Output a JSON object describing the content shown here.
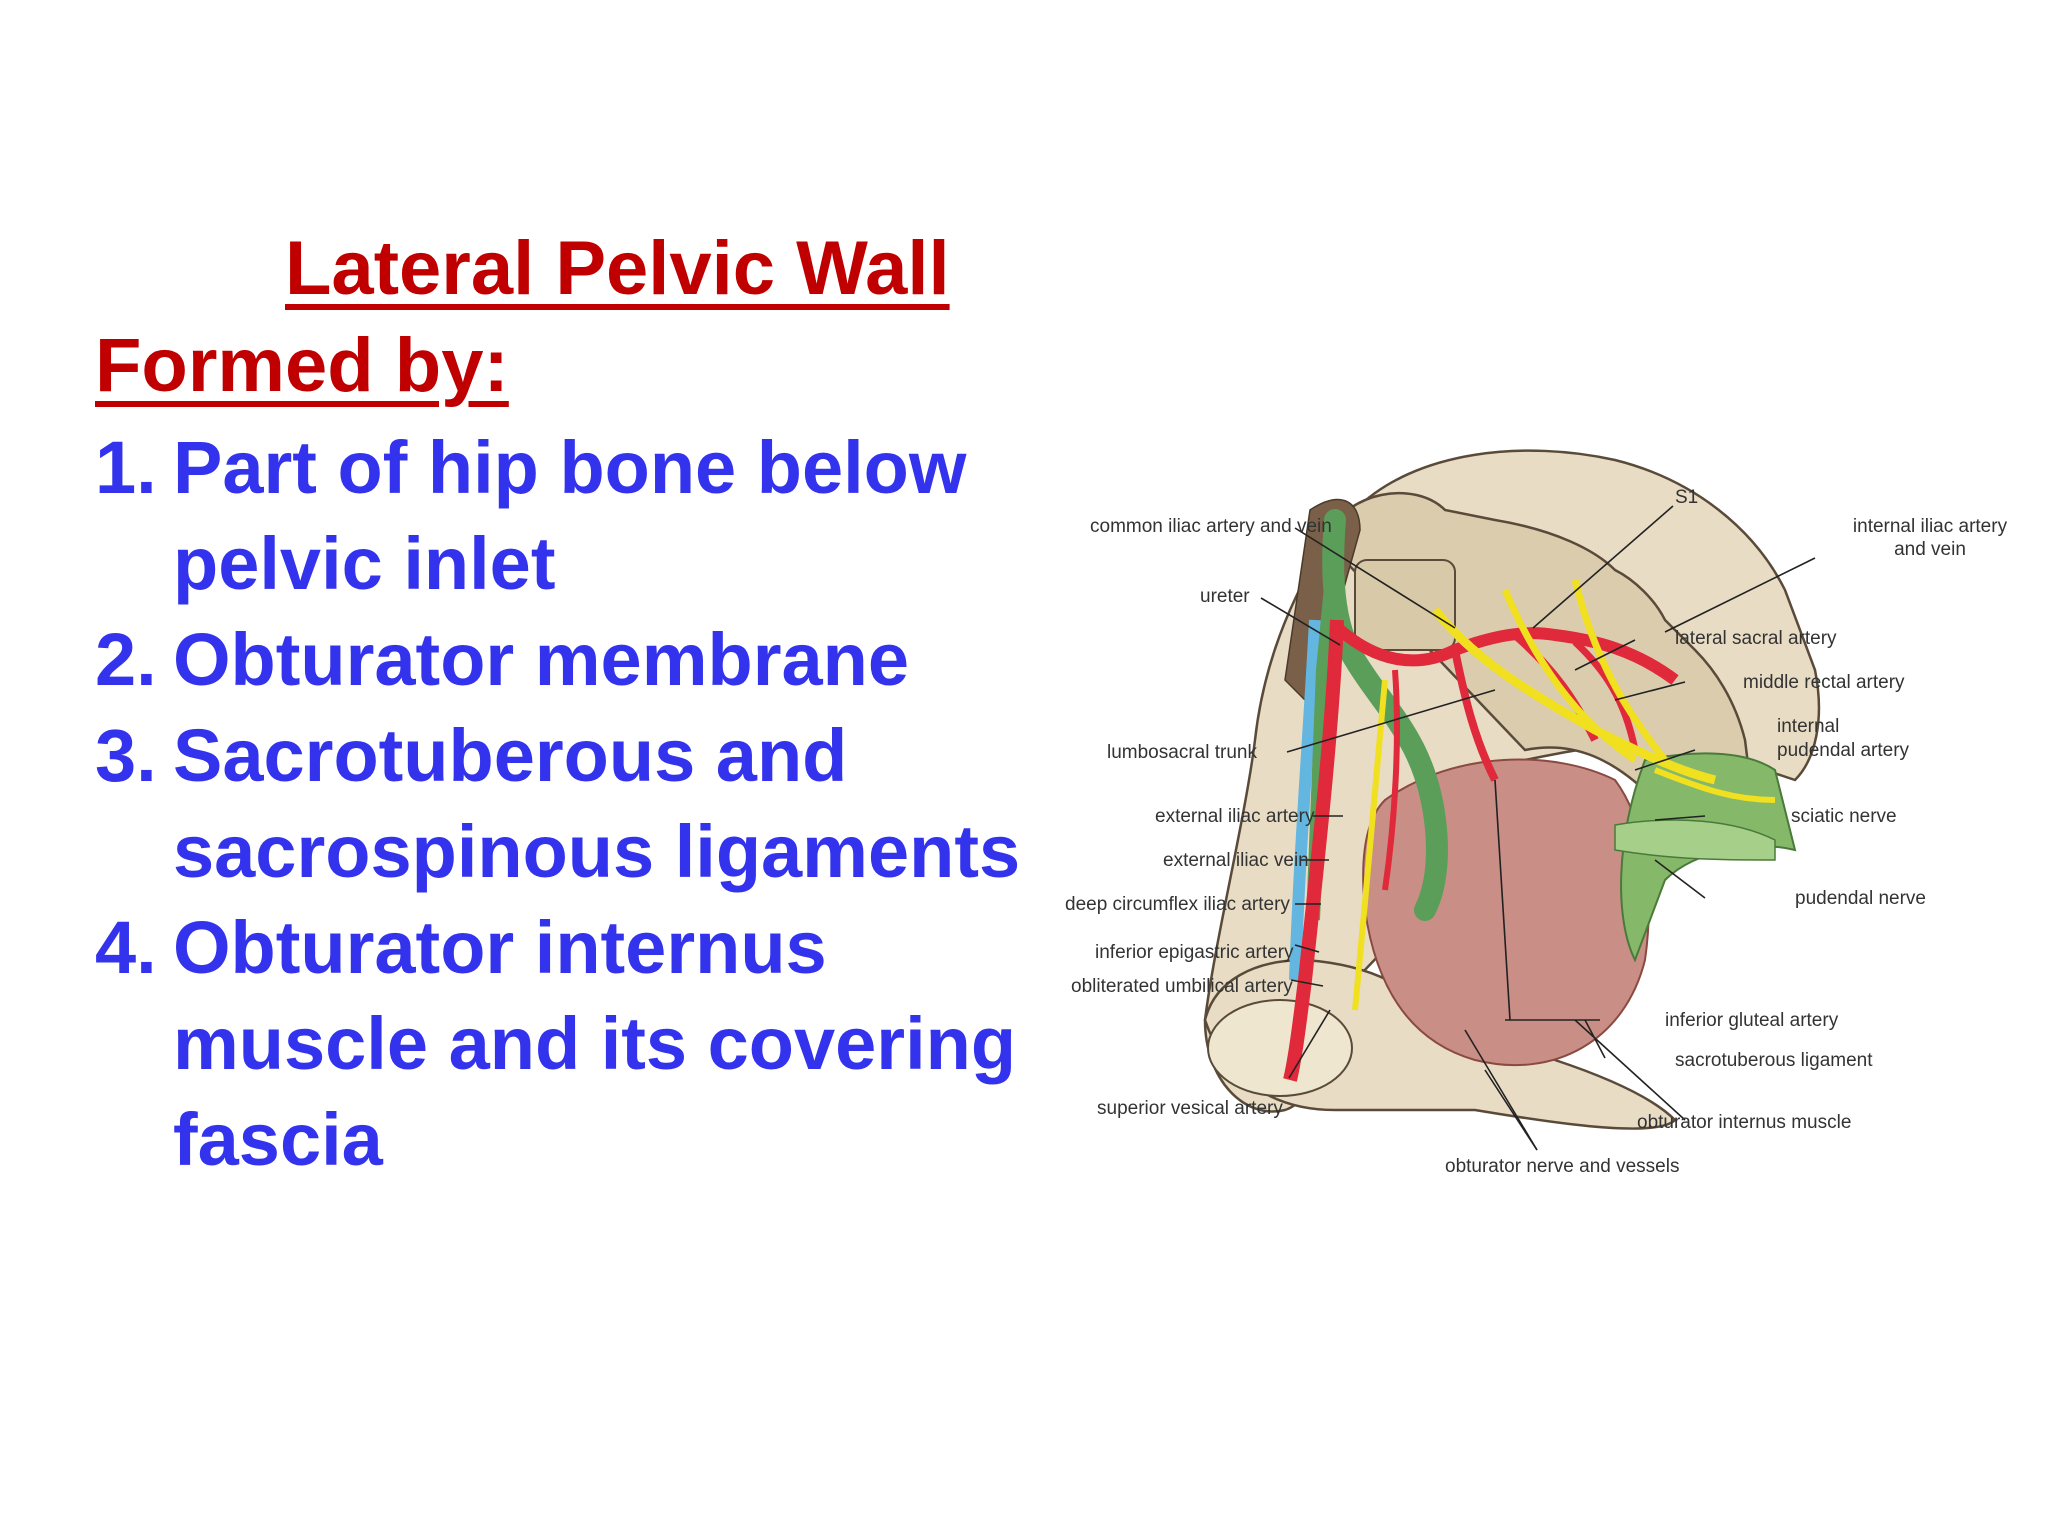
{
  "title": "Lateral Pelvic Wall",
  "subtitle": "Formed by:",
  "items": [
    {
      "num": "1.",
      "text": "Part of hip bone below pelvic inlet"
    },
    {
      "num": "2.",
      "text": "Obturator membrane"
    },
    {
      "num": "3.",
      "text": "Sacrotuberous and sacrospinous ligaments"
    },
    {
      "num": "4.",
      "text": "Obturator internus muscle and its covering fascia"
    }
  ],
  "colors": {
    "title": "#c00000",
    "list": "#3333ee",
    "bone": "#e8dcc4",
    "artery": "#e0293a",
    "vein": "#5a9e5a",
    "ureter": "#62b6e0",
    "nerve": "#f0e020",
    "muscle": "#c98e86",
    "ligament": "#86b86a"
  },
  "diagram_labels": {
    "common_iliac": "common iliac artery and vein",
    "s1": "S1",
    "internal_iliac_1": "internal iliac artery",
    "internal_iliac_2": "and vein",
    "ureter": "ureter",
    "lateral_sacral": "lateral sacral artery",
    "middle_rectal": "middle rectal artery",
    "lumbosacral": "lumbosacral trunk",
    "internal_pudendal_1": "internal",
    "internal_pudendal_2": "pudendal artery",
    "external_iliac_artery": "external iliac artery",
    "sciatic": "sciatic nerve",
    "external_iliac_vein": "external iliac vein",
    "deep_circumflex": "deep circumflex iliac artery",
    "pudendal_nerve": "pudendal nerve",
    "inferior_epigastric": "inferior epigastric artery",
    "obliterated_umbilical": "obliterated umbilical artery",
    "inferior_gluteal": "inferior gluteal artery",
    "sacrotuberous": "sacrotuberous ligament",
    "superior_vesical": "superior vesical artery",
    "obturator_internus": "obturator internus muscle",
    "obturator_nerve": "obturator nerve and vessels"
  }
}
